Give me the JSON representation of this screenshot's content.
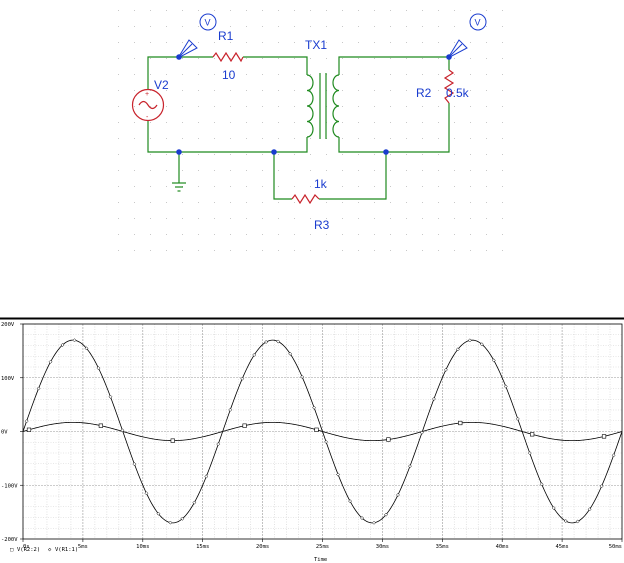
{
  "schematic": {
    "components": {
      "r1": {
        "name": "R1",
        "value": "10"
      },
      "tx1": {
        "name": "TX1"
      },
      "v2": {
        "name": "V2"
      },
      "r2": {
        "name": "R2",
        "value": "0.5k"
      },
      "r3": {
        "name": "R3",
        "value": "1k"
      }
    },
    "probe_label": "V",
    "wire_color": "#1f8a1f",
    "part_color": "#c8232c",
    "label_color": "#1a3ccf"
  },
  "plot": {
    "xlabel": "Time",
    "y_tick_labels": [
      "200V",
      "100V",
      "0V",
      "-100V",
      "-200V"
    ],
    "x_tick_labels": [
      "0s",
      "5ms",
      "10ms",
      "15ms",
      "20ms",
      "25ms",
      "30ms",
      "35ms",
      "40ms",
      "45ms",
      "50ms"
    ],
    "legend": [
      {
        "marker": "□",
        "label": "V(R2:2)"
      },
      {
        "marker": "◇",
        "label": "V(R1:1)"
      }
    ]
  },
  "chart_data": {
    "type": "line",
    "xlabel": "Time",
    "xlim": [
      0,
      50
    ],
    "ylim": [
      -200,
      200
    ],
    "x_unit": "ms",
    "y_unit": "V",
    "series": [
      {
        "name": "V(R2:2)",
        "marker": "square",
        "amplitude": 17,
        "frequency_hz": 60
      },
      {
        "name": "V(R1:1)",
        "marker": "diamond",
        "amplitude": 170,
        "frequency_hz": 60
      }
    ],
    "grid": true
  }
}
